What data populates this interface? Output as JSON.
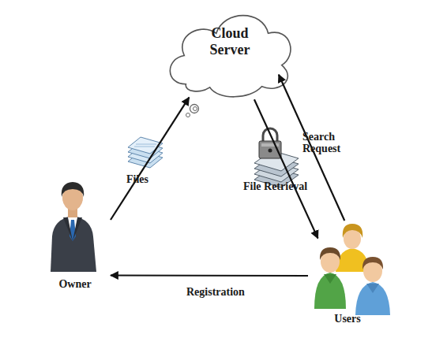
{
  "diagram": {
    "nodes": [
      {
        "text": [
          "Cloud Server"
        ]
      },
      {
        "text": [
          "Owner"
        ]
      },
      {
        "text": [
          "Users"
        ]
      }
    ],
    "edges": [
      {
        "from": 1,
        "to": 0,
        "label": "Files",
        "arrow": "to"
      },
      {
        "from": 0,
        "to": 2,
        "label": "File Retrieval",
        "arrow": "to"
      },
      {
        "from": 2,
        "to": 0,
        "label": "Search Request",
        "arrow": "to"
      },
      {
        "from": 2,
        "to": 1,
        "label": "Registration",
        "arrow": "to"
      }
    ]
  }
}
